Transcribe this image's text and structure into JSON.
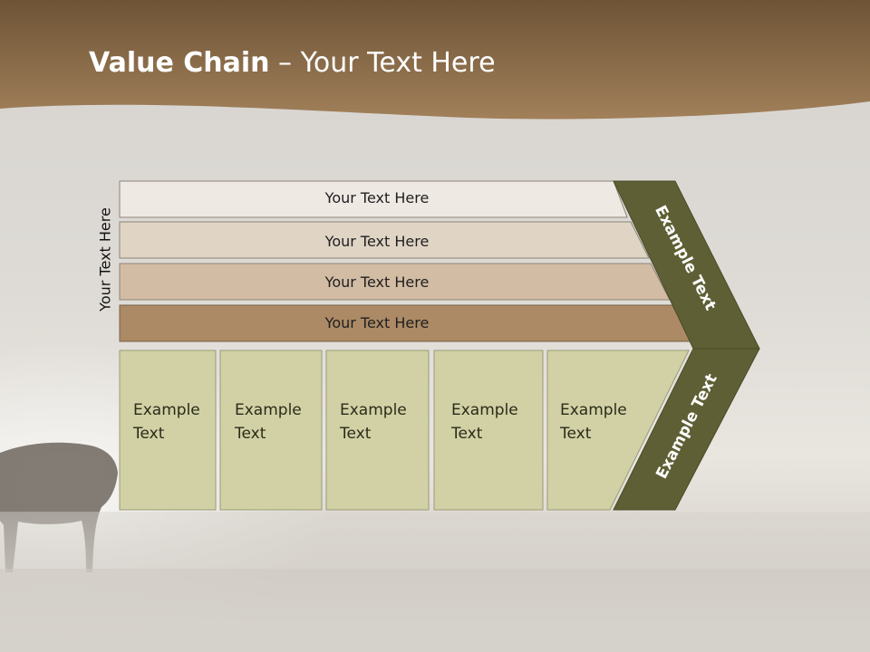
{
  "title": {
    "bold": "Value Chain",
    "rest": " – Your Text Here"
  },
  "side_label": "Your Text Here",
  "bars": [
    {
      "label": "Your Text Here",
      "color": "#efe9e4"
    },
    {
      "label": "Your Text Here",
      "color": "#e0d4c5"
    },
    {
      "label": "Your Text Here",
      "color": "#d2bca3"
    },
    {
      "label": "Your Text Here",
      "color": "#ac8a66"
    }
  ],
  "cells": [
    {
      "line1": "Example",
      "line2": "Text"
    },
    {
      "line1": "Example",
      "line2": "Text"
    },
    {
      "line1": "Example",
      "line2": "Text"
    },
    {
      "line1": "Example",
      "line2": "Text"
    },
    {
      "line1": "Example",
      "line2": "Text"
    }
  ],
  "chevron": {
    "upper_label": "Example Text",
    "lower_label": "Example Text",
    "color": "#5e5f34"
  },
  "colors": {
    "header": "#8b6a45",
    "cell": "#d1d1a5",
    "cell_border": "#9a9a78"
  }
}
